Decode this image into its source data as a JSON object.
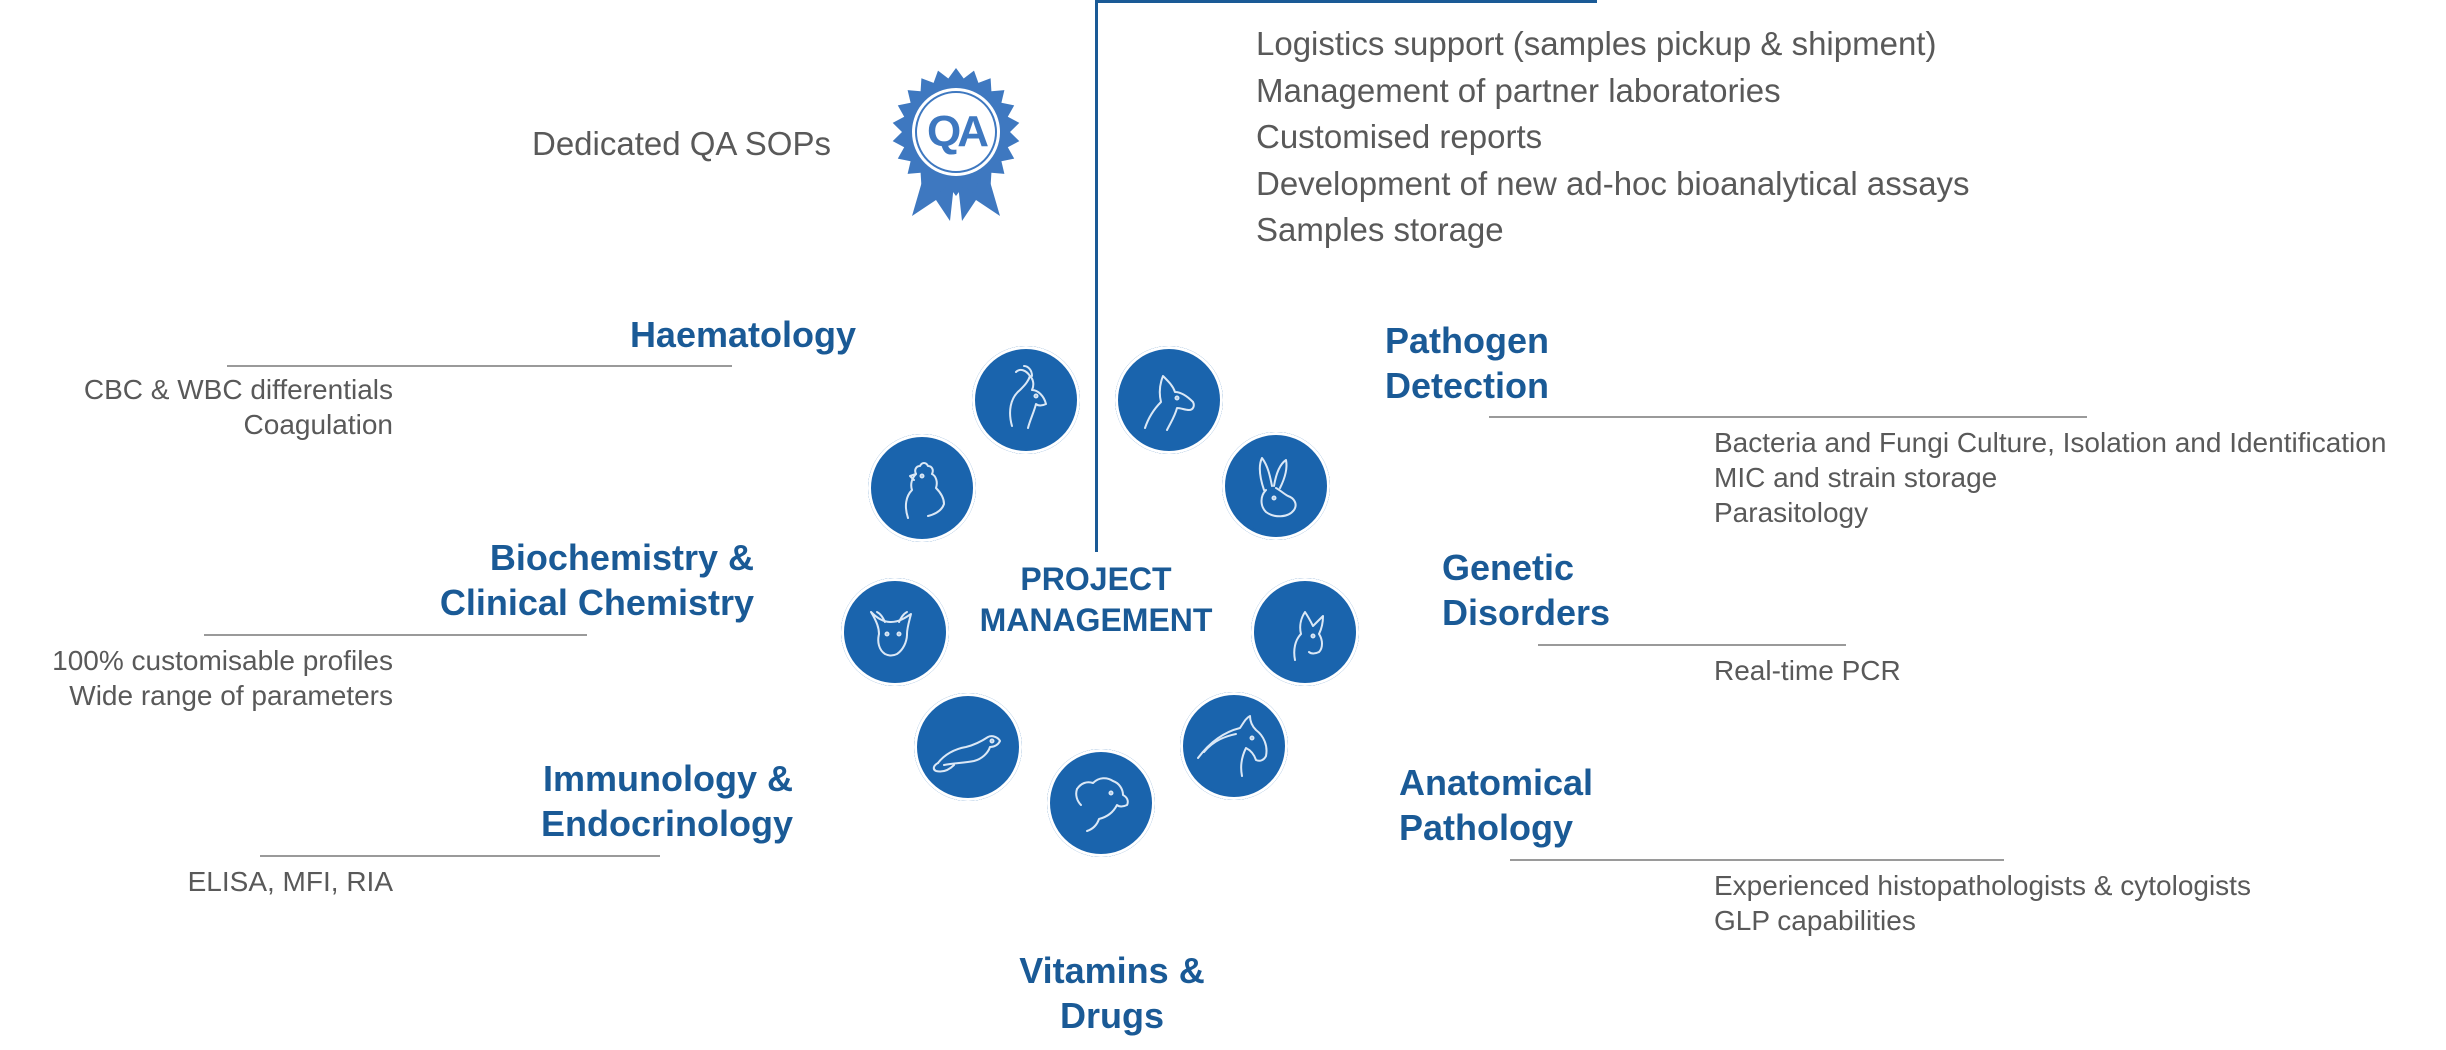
{
  "qa": {
    "label": "Dedicated QA SOPs",
    "badge_text": "QA"
  },
  "center": {
    "line1": "PROJECT",
    "line2": "MANAGEMENT"
  },
  "services": [
    "Logistics support (samples pickup & shipment)",
    "Management of partner laboratories",
    "Customised reports",
    "Development of new ad-hoc bioanalytical assays",
    "Samples storage"
  ],
  "sections": {
    "haematology": {
      "title": [
        "Haematology"
      ],
      "items": [
        "CBC & WBC differentials",
        "Coagulation"
      ]
    },
    "biochemistry": {
      "title": [
        "Biochemistry &",
        "Clinical Chemistry"
      ],
      "items": [
        "100% customisable profiles",
        "Wide range of parameters"
      ]
    },
    "immunology": {
      "title": [
        "Immunology &",
        "Endocrinology"
      ],
      "items": [
        "ELISA, MFI, RIA"
      ]
    },
    "vitamins": {
      "title": [
        "Vitamins &",
        "Drugs"
      ],
      "items": []
    },
    "pathogen": {
      "title": [
        "Pathogen",
        "Detection"
      ],
      "items": [
        "Bacteria and Fungi Culture, Isolation and Identification",
        "MIC and strain storage",
        "Parasitology"
      ]
    },
    "genetic": {
      "title": [
        "Genetic",
        "Disorders"
      ],
      "items": [
        "Real-time PCR"
      ]
    },
    "anatomical": {
      "title": [
        "Anatomical",
        "Pathology"
      ],
      "items": [
        "Experienced histopathologists & cytologists",
        "GLP capabilities"
      ]
    }
  },
  "animal_icons": [
    "goat-icon",
    "dog-icon",
    "rabbit-icon",
    "cat-icon",
    "horse-icon",
    "pig-icon",
    "rat-icon",
    "cow-icon",
    "chicken-icon"
  ],
  "colors": {
    "brand_blue": "#1a5a96",
    "circle_blue": "#1a64ad",
    "badge_blue": "#3e78c0",
    "text_gray": "#595959",
    "rule_gray": "#9a9a9a"
  }
}
